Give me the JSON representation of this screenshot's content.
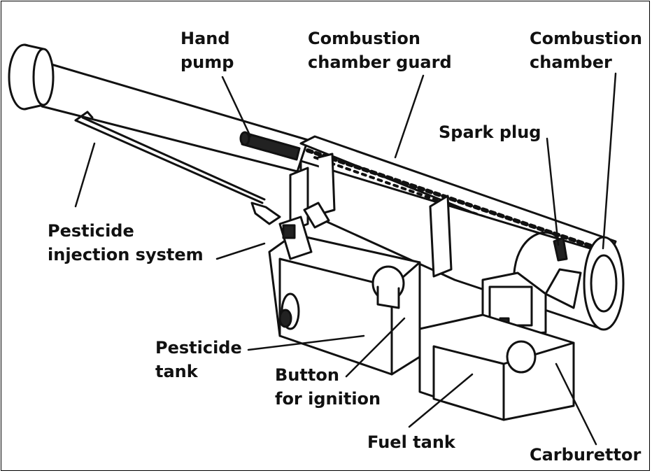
{
  "labels": {
    "hand_pump": [
      "Hand",
      "pump"
    ],
    "guard": [
      "Combustion",
      "chamber guard"
    ],
    "chamber": [
      "Combustion",
      "chamber"
    ],
    "spark_plug": "Spark plug",
    "injection": [
      "Pesticide",
      "injection system"
    ],
    "pesticide_tank": [
      "Pesticide",
      "tank"
    ],
    "ignition": [
      "Button",
      "for ignition"
    ],
    "fuel_tank": "Fuel tank",
    "carburettor": "Carburettor"
  }
}
